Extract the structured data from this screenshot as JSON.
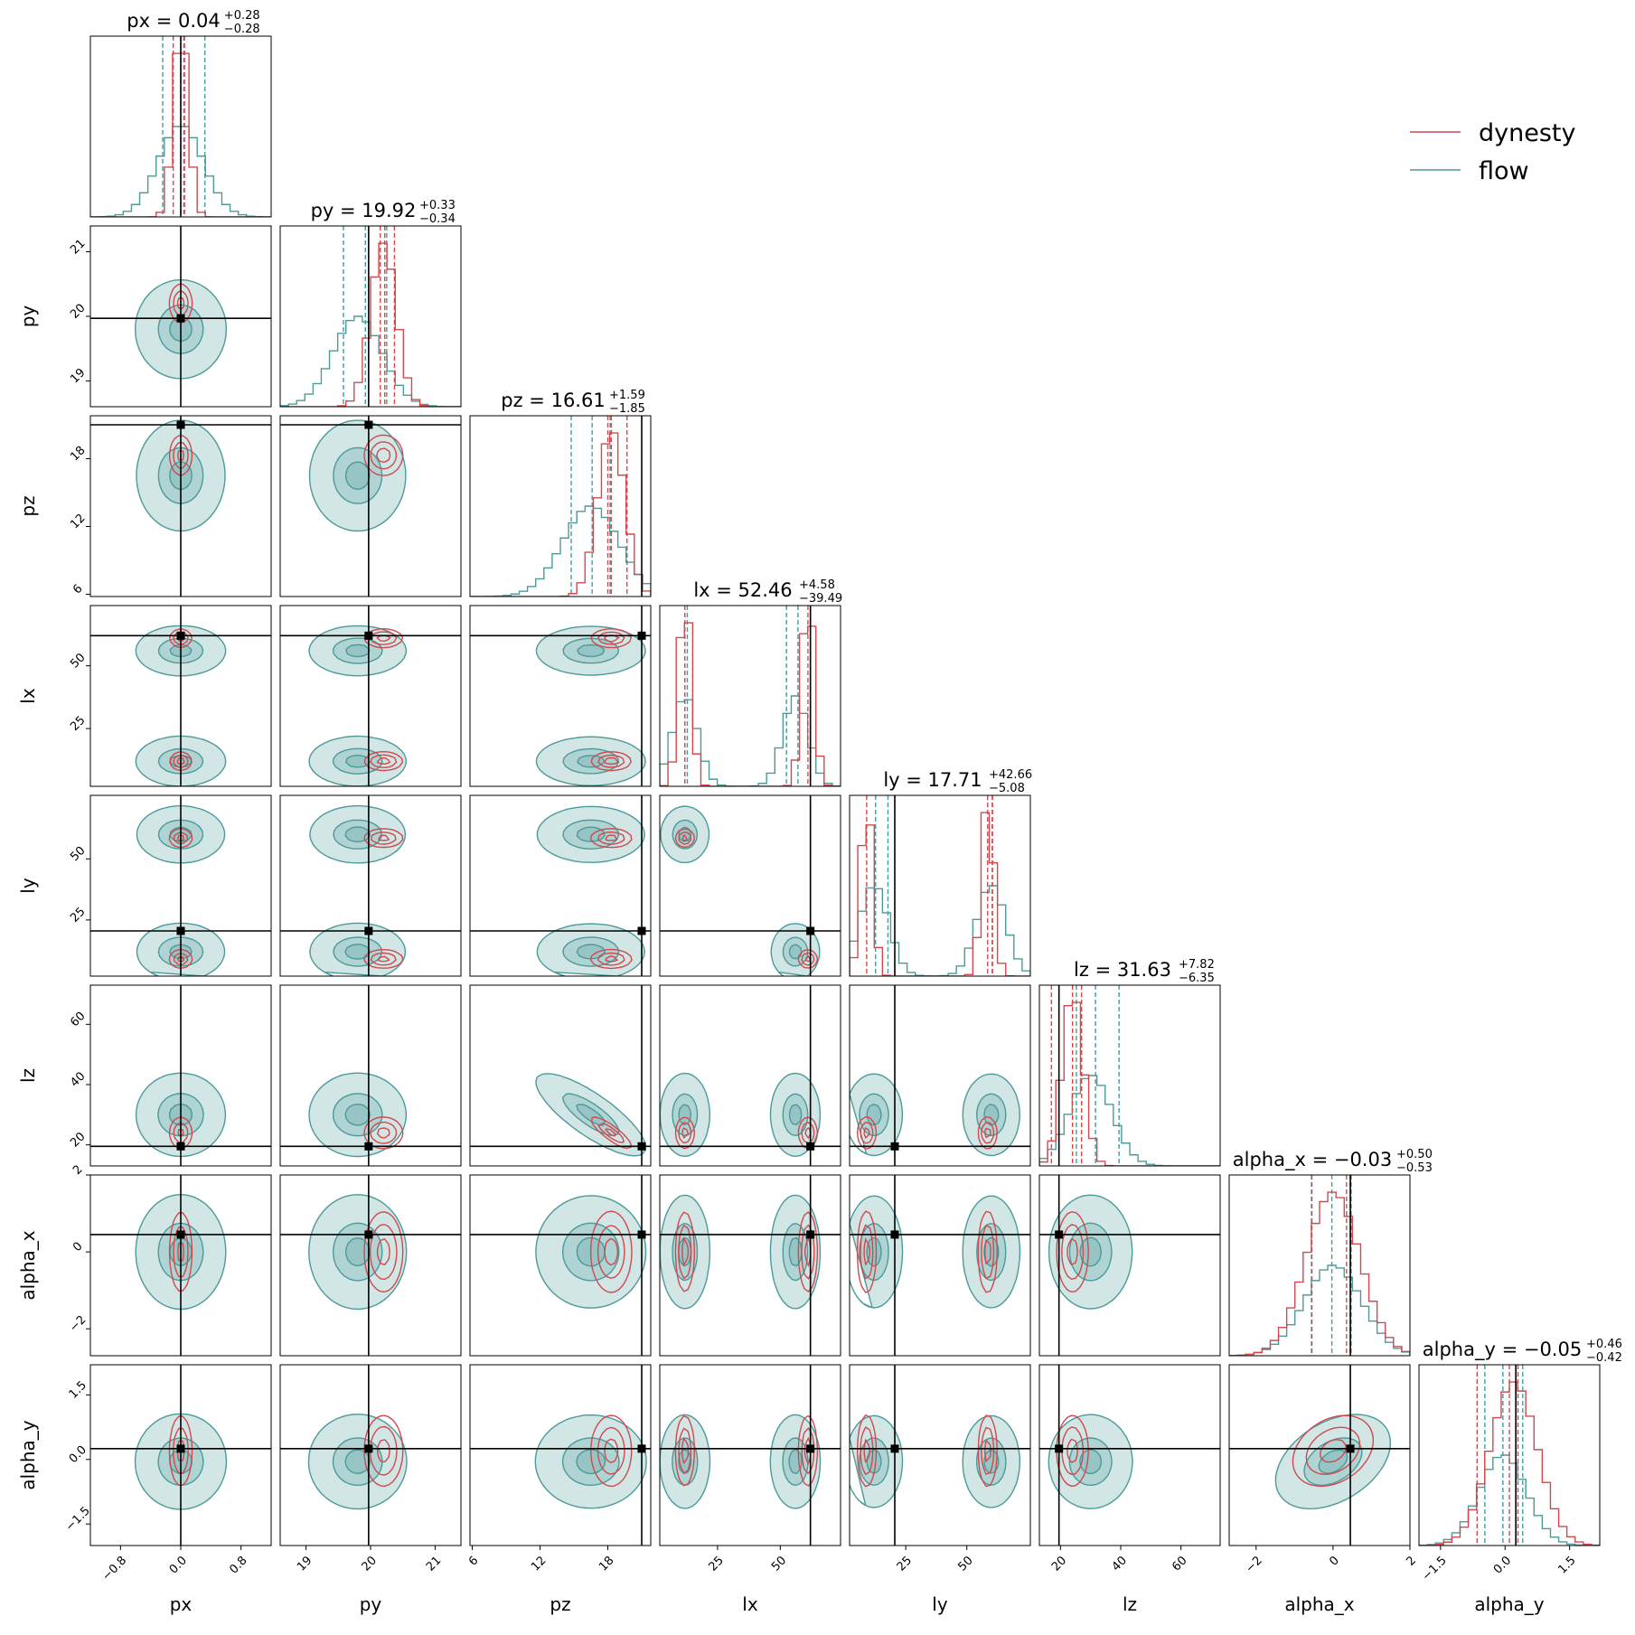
{
  "chart_data": {
    "type": "corner",
    "params": [
      "px",
      "py",
      "pz",
      "lx",
      "ly",
      "lz",
      "alpha_x",
      "alpha_y"
    ],
    "axis_labels": [
      "px",
      "py",
      "pz",
      "lx",
      "ly",
      "lz",
      "alpha_x",
      "alpha_y"
    ],
    "ranges": [
      [
        -1.2,
        1.2
      ],
      [
        18.6,
        21.4
      ],
      [
        5.8,
        21.8
      ],
      [
        2,
        74
      ],
      [
        2,
        76
      ],
      [
        13,
        73
      ],
      [
        -2.7,
        2.0
      ],
      [
        -2.0,
        2.2
      ]
    ],
    "ticks": [
      [
        -0.8,
        0.0,
        0.8
      ],
      [
        19,
        20,
        21
      ],
      [
        6,
        12,
        18
      ],
      [
        25,
        50
      ],
      [
        25,
        50
      ],
      [
        20,
        40,
        60
      ],
      [
        -2,
        0,
        2
      ],
      [
        -1.5,
        0.0,
        1.5
      ]
    ],
    "tick_labels": [
      [
        "−0.8",
        "0.0",
        "0.8"
      ],
      [
        "19",
        "20",
        "21"
      ],
      [
        "6",
        "12",
        "18"
      ],
      [
        "25",
        "50"
      ],
      [
        "25",
        "50"
      ],
      [
        "20",
        "40",
        "60"
      ],
      [
        "−2",
        "0",
        "2"
      ],
      [
        "−1.5",
        "0.0",
        "1.5"
      ]
    ],
    "truths": [
      0.0,
      19.97,
      21.0,
      62.0,
      20.5,
      19.5,
      0.45,
      0.25
    ],
    "summaries": [
      {
        "label": "px = 0.04",
        "plus": "+0.28",
        "minus": "−0.28"
      },
      {
        "label": "py = 19.92",
        "plus": "+0.33",
        "minus": "−0.34"
      },
      {
        "label": "pz = 16.61",
        "plus": "+1.59",
        "minus": "−1.85"
      },
      {
        "label": "lx = 52.46",
        "plus": "+4.58",
        "minus": "−39.49"
      },
      {
        "label": "ly = 17.71",
        "plus": "+42.66",
        "minus": "−5.08"
      },
      {
        "label": "lz = 31.63",
        "plus": "+7.82",
        "minus": "−6.35"
      },
      {
        "label": "alpha_x = −0.03",
        "plus": "+0.50",
        "minus": "−0.53"
      },
      {
        "label": "alpha_y = −0.05",
        "plus": "+0.46",
        "minus": "−0.42"
      }
    ],
    "quantiles": {
      "dynesty": [
        [
          -0.1,
          0.0,
          0.05
        ],
        [
          20.15,
          20.22,
          20.37
        ],
        [
          18.0,
          18.3,
          19.7
        ],
        [
          12.0,
          61.0,
          62.0
        ],
        [
          9.0,
          58.5,
          60.5
        ],
        [
          17.0,
          24.0,
          27.0
        ],
        [
          -0.55,
          0.35,
          0.45
        ],
        [
          -0.65,
          0.1,
          0.3
        ]
      ],
      "flow": [
        [
          -0.24,
          0.04,
          0.32
        ],
        [
          19.58,
          19.92,
          20.25
        ],
        [
          14.76,
          16.61,
          18.2
        ],
        [
          12.97,
          52.46,
          57.04
        ],
        [
          12.63,
          17.71,
          60.37
        ],
        [
          25.28,
          31.63,
          39.45
        ],
        [
          -0.56,
          -0.03,
          0.47
        ],
        [
          -0.47,
          -0.05,
          0.41
        ]
      ]
    },
    "series": [
      {
        "name": "dynesty",
        "color": "#d1494e"
      },
      {
        "name": "flow",
        "color": "#4c9a9a"
      }
    ],
    "legend_position": "top-right",
    "modes": {
      "dynesty": [
        {
          "w": 0.5,
          "mu": [
            0.0,
            20.2,
            18.3,
            61.0,
            9.0,
            24.0,
            0.0,
            0.2
          ],
          "sd": [
            0.1,
            0.2,
            1.2,
            2.5,
            2.5,
            3.5,
            0.7,
            0.55
          ],
          "corr": {
            "2-5": -0.85,
            "6-7": 0.3
          }
        },
        {
          "w": 0.5,
          "mu": [
            0.0,
            20.2,
            18.3,
            12.0,
            58.5,
            24.0,
            0.0,
            0.2
          ],
          "sd": [
            0.1,
            0.2,
            1.2,
            2.5,
            2.5,
            3.5,
            0.7,
            0.55
          ],
          "corr": {
            "2-5": -0.85,
            "6-7": 0.3
          }
        }
      ],
      "flow": [
        {
          "w": 0.5,
          "mu": [
            0.0,
            19.8,
            16.5,
            56.0,
            12.0,
            30.0,
            0.0,
            -0.05
          ],
          "sd": [
            0.3,
            0.38,
            2.5,
            5.0,
            6.0,
            7.0,
            0.75,
            0.55
          ],
          "corr": {
            "2-5": -0.8,
            "6-7": 0.4
          }
        },
        {
          "w": 0.5,
          "mu": [
            0.0,
            19.8,
            16.5,
            12.0,
            60.0,
            30.0,
            0.0,
            -0.05
          ],
          "sd": [
            0.3,
            0.38,
            2.5,
            5.0,
            6.0,
            7.0,
            0.75,
            0.55
          ],
          "corr": {
            "2-5": -0.8,
            "6-7": 0.4
          }
        }
      ]
    }
  }
}
